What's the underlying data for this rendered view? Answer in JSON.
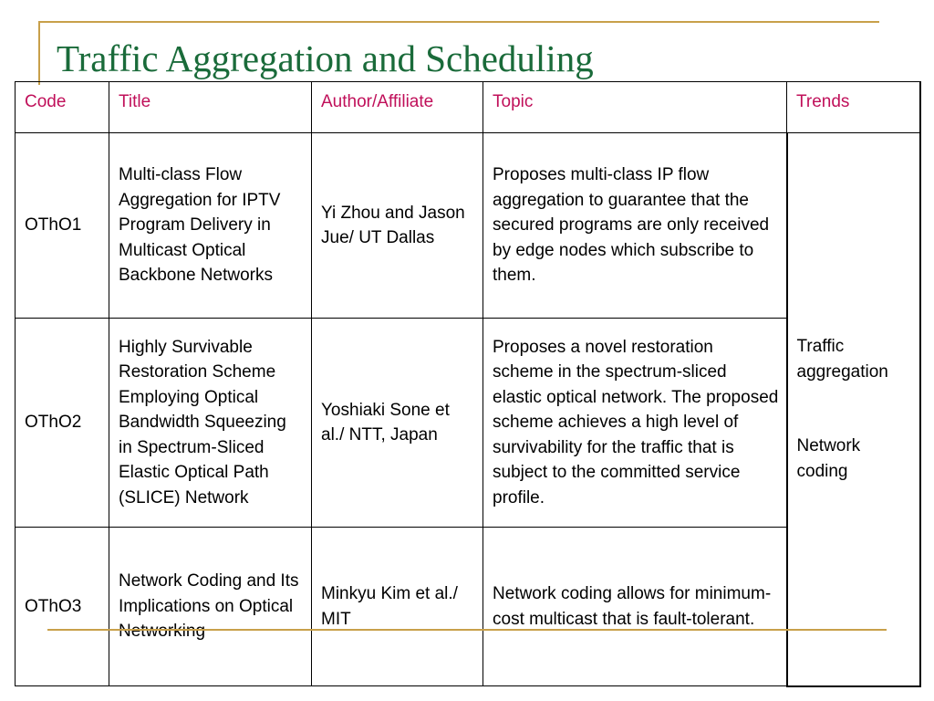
{
  "slide": {
    "title": "Traffic Aggregation and Scheduling"
  },
  "table": {
    "headers": {
      "code": "Code",
      "title": "Title",
      "author": "Author/Affiliate",
      "topic": "Topic",
      "trends": "Trends"
    },
    "rows": [
      {
        "code": "OThO1",
        "title": "Multi-class Flow Aggregation for IPTV Program Delivery in Multicast Optical Backbone Networks",
        "author": "Yi Zhou and Jason Jue/ UT Dallas",
        "topic": "Proposes multi-class IP flow aggregation to guarantee that the secured programs are only received by edge nodes which subscribe to them."
      },
      {
        "code": "OThO2",
        "title": "Highly Survivable Restoration Scheme Employing Optical Bandwidth Squeezing in Spectrum-Sliced Elastic Optical Path (SLICE) Network",
        "author": "Yoshiaki Sone et al./ NTT, Japan",
        "topic": "Proposes a novel restoration scheme in the spectrum-sliced elastic optical network. The proposed scheme achieves a high level of survivability for the traffic that is subject to the committed service profile."
      },
      {
        "code": "OThO3",
        "title": "Network Coding and Its Implications on Optical Networking",
        "author": "Minkyu Kim et al./ MIT",
        "topic": "Network coding allows for minimum-cost multicast that is fault-tolerant."
      }
    ],
    "trends": [
      "Traffic aggregation",
      "Network coding"
    ]
  },
  "colors": {
    "title": "#1a6b3a",
    "header_text": "#c0105a",
    "accent_rule": "#c8a04a"
  }
}
